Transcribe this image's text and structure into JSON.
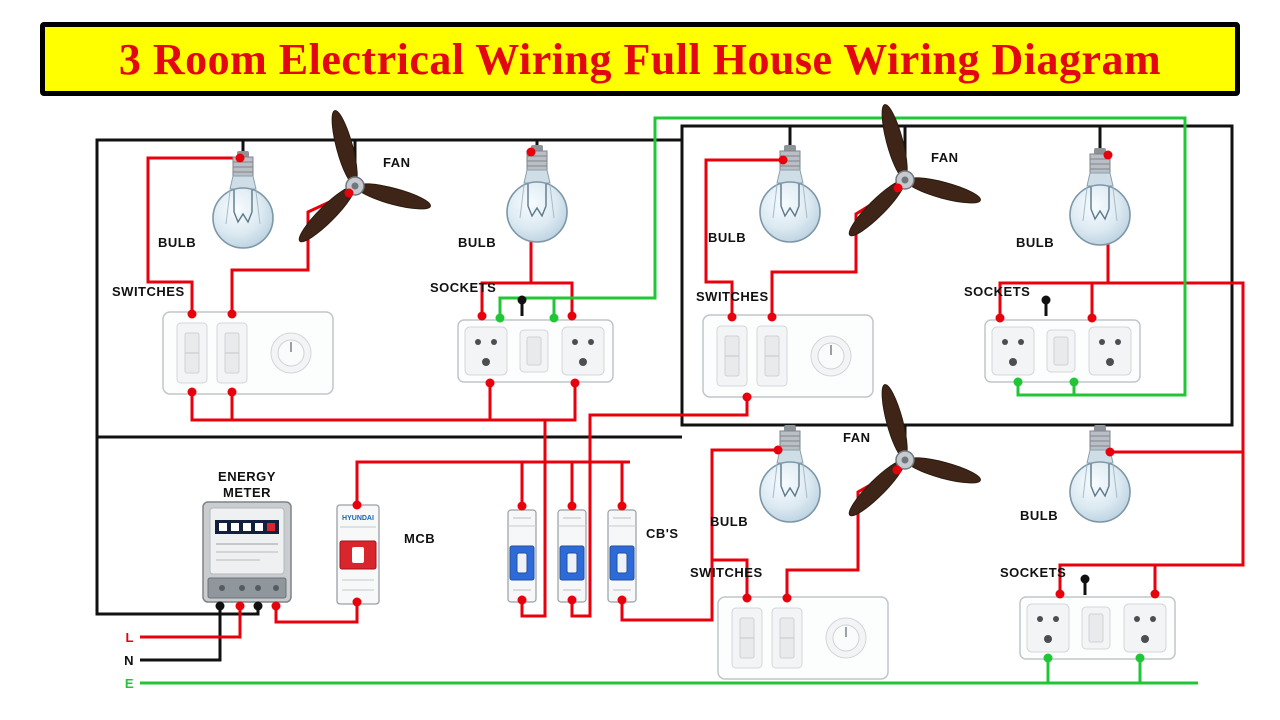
{
  "banner": {
    "title": "3 Room Electrical Wiring Full House Wiring Diagram",
    "bg_color": "#ffff00",
    "text_color": "#e30613"
  },
  "labels": {
    "fans": [
      "FAN",
      "FAN",
      "FAN"
    ],
    "bulbs": [
      "BULB",
      "BULB",
      "BULB",
      "BULB",
      "BULB",
      "BULB"
    ],
    "switches": [
      "SWITCHES",
      "SWITCHES",
      "SWITCHES"
    ],
    "sockets": [
      "SOCKETS",
      "SOCKETS",
      "SOCKETS"
    ],
    "energy_meter": {
      "line1": "ENERGY",
      "line2": "METER"
    },
    "mcb": "MCB",
    "cbs": "CB'S",
    "mcb_brand": "HYUNDAI",
    "supply": {
      "live": "L",
      "neutral": "N",
      "earth": "E"
    }
  },
  "wire_colors": {
    "live": "#e8000d",
    "neutral": "#111111",
    "earth": "#1fc737"
  }
}
